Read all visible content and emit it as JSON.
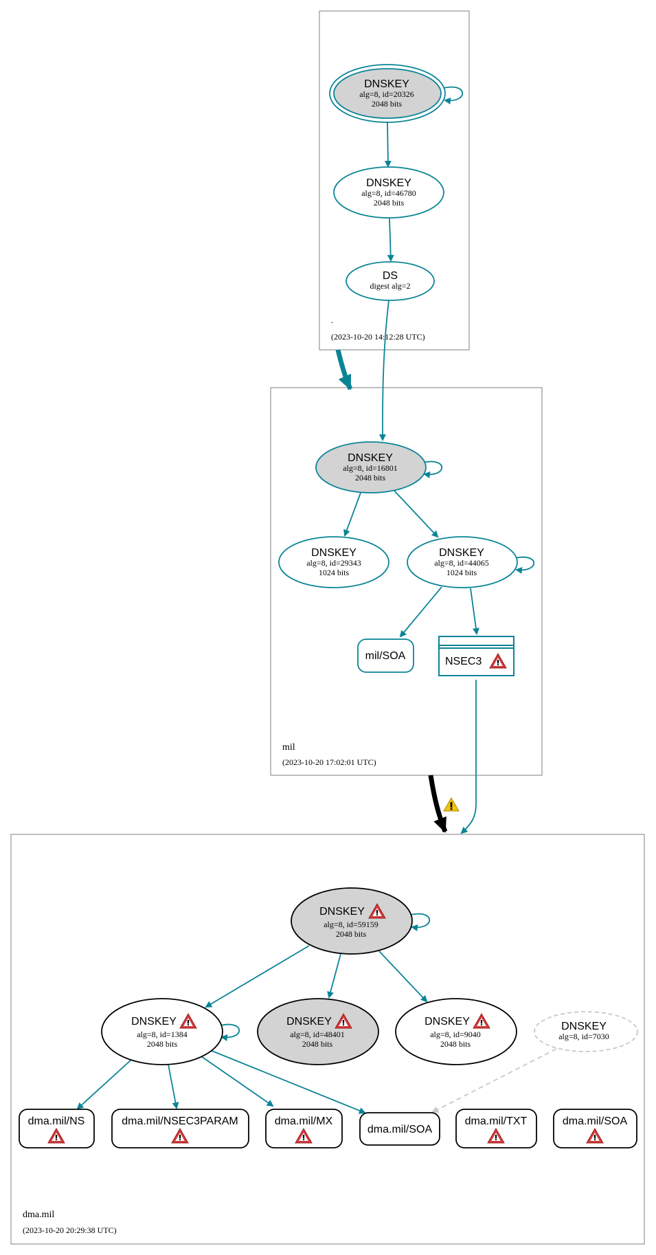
{
  "colors": {
    "teal": "#0a8496",
    "black": "#000000",
    "gray_fill": "#d3d3d3",
    "dashed_gray": "#c8c8c8",
    "zone_border": "#7f7f7f",
    "warn_red": "#d13b3b",
    "warn_yellow": "#f2c30f"
  },
  "zones": {
    "root": {
      "name": ".",
      "timestamp": "(2023-10-20 14:12:28 UTC)"
    },
    "mil": {
      "name": "mil",
      "timestamp": "(2023-10-20 17:02:01 UTC)"
    },
    "dma": {
      "name": "dma.mil",
      "timestamp": "(2023-10-20 20:29:38 UTC)"
    }
  },
  "nodes": {
    "root_ksk": {
      "title": "DNSKEY",
      "line1": "alg=8, id=20326",
      "line2": "2048 bits"
    },
    "root_zsk": {
      "title": "DNSKEY",
      "line1": "alg=8, id=46780",
      "line2": "2048 bits"
    },
    "root_ds": {
      "title": "DS",
      "line1": "digest alg=2"
    },
    "mil_ksk": {
      "title": "DNSKEY",
      "line1": "alg=8, id=16801",
      "line2": "2048 bits"
    },
    "mil_k29343": {
      "title": "DNSKEY",
      "line1": "alg=8, id=29343",
      "line2": "1024 bits"
    },
    "mil_k44065": {
      "title": "DNSKEY",
      "line1": "alg=8, id=44065",
      "line2": "1024 bits"
    },
    "mil_soa": {
      "title": "mil/SOA"
    },
    "mil_nsec3": {
      "title": "NSEC3"
    },
    "dma_ksk": {
      "title": "DNSKEY",
      "line1": "alg=8, id=59159",
      "line2": "2048 bits"
    },
    "dma_k1384": {
      "title": "DNSKEY",
      "line1": "alg=8, id=1384",
      "line2": "2048 bits"
    },
    "dma_k48401": {
      "title": "DNSKEY",
      "line1": "alg=8, id=48401",
      "line2": "2048 bits"
    },
    "dma_k9040": {
      "title": "DNSKEY",
      "line1": "alg=8, id=9040",
      "line2": "2048 bits"
    },
    "dma_k7030": {
      "title": "DNSKEY",
      "line1": "alg=8, id=7030"
    },
    "dma_ns": {
      "title": "dma.mil/NS"
    },
    "dma_nsec3param": {
      "title": "dma.mil/NSEC3PARAM"
    },
    "dma_mx": {
      "title": "dma.mil/MX"
    },
    "dma_soa_ok": {
      "title": "dma.mil/SOA"
    },
    "dma_txt": {
      "title": "dma.mil/TXT"
    },
    "dma_soa_err": {
      "title": "dma.mil/SOA"
    }
  }
}
